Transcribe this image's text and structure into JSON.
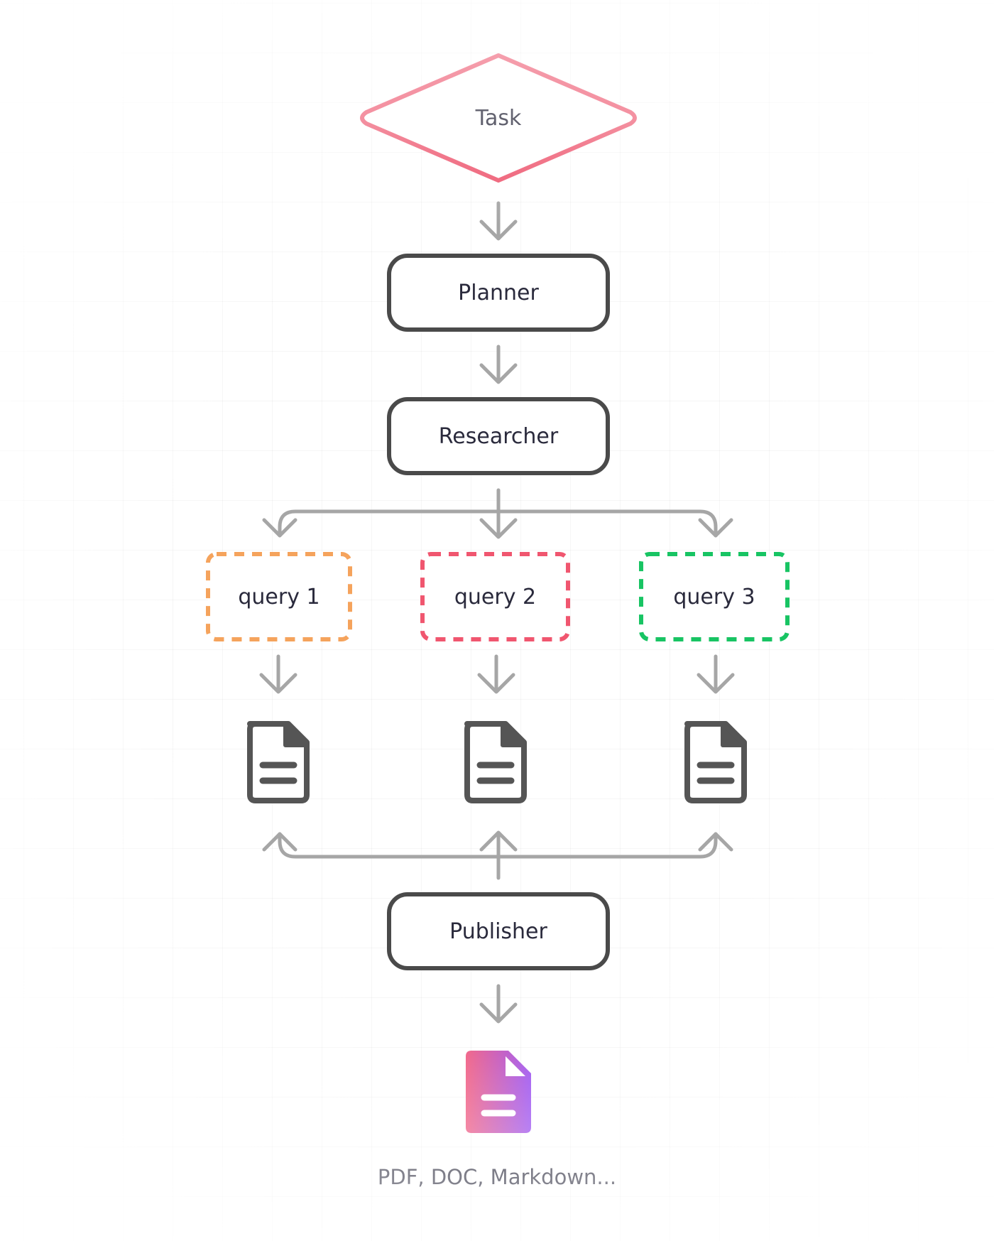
{
  "nodes": {
    "task": "Task",
    "planner": "Planner",
    "researcher": "Researcher",
    "queries": [
      "query 1",
      "query 2",
      "query 3"
    ],
    "publisher": "Publisher"
  },
  "output_caption": "PDF, DOC, Markdown...",
  "colors": {
    "task_border": "#ee5a72",
    "node_border": "#4a4a4a",
    "arrow": "#a6a6a6",
    "query_1": "#f5a35c",
    "query_2": "#f0566f",
    "query_3": "#18c463",
    "doc_icon": "#555555",
    "output_gradient_start": "#f05a80",
    "output_gradient_end": "#9a4ef0"
  },
  "icons": [
    "document-icon",
    "document-icon",
    "document-icon",
    "gradient-document-icon"
  ]
}
